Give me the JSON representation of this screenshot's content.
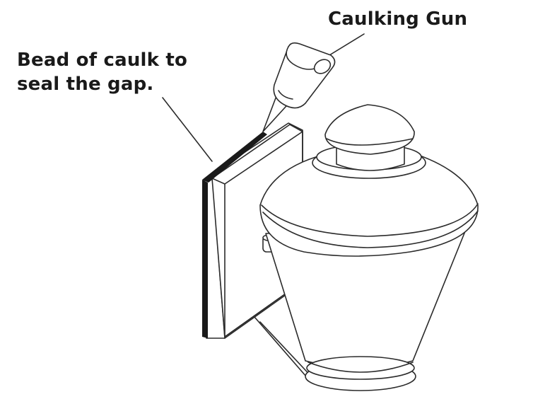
{
  "labels": {
    "caulking_gun": "Caulking Gun",
    "bead_line1": "Bead of caulk to",
    "bead_line2": "seal the gap."
  },
  "colors": {
    "ink": "#2b2b2b",
    "text": "#1a1a1a",
    "background": "#ffffff"
  }
}
